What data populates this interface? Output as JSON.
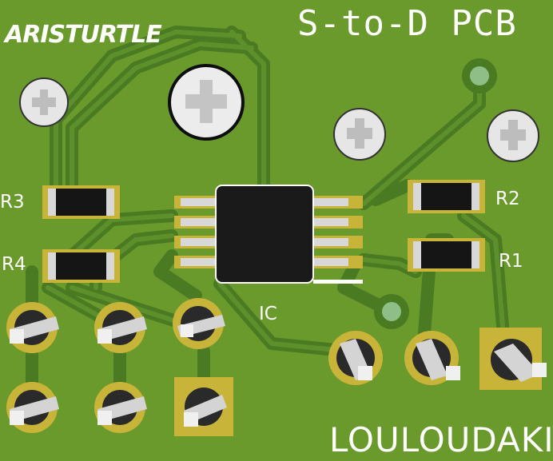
{
  "labels": {
    "brand": "ARISTURTLE",
    "title": "S-to-D PCB",
    "author": "LOULOUDAKIS"
  },
  "designators": {
    "r1": "R1",
    "r2": "R2",
    "r3": "R3",
    "r4": "R4",
    "ic": "IC"
  },
  "colors": {
    "board": "#6a9a2c",
    "trace": "#4e8026",
    "pad_gold": "#c9b43a",
    "silkscreen": "#ffffff",
    "chip_body": "#1a1a1a"
  }
}
